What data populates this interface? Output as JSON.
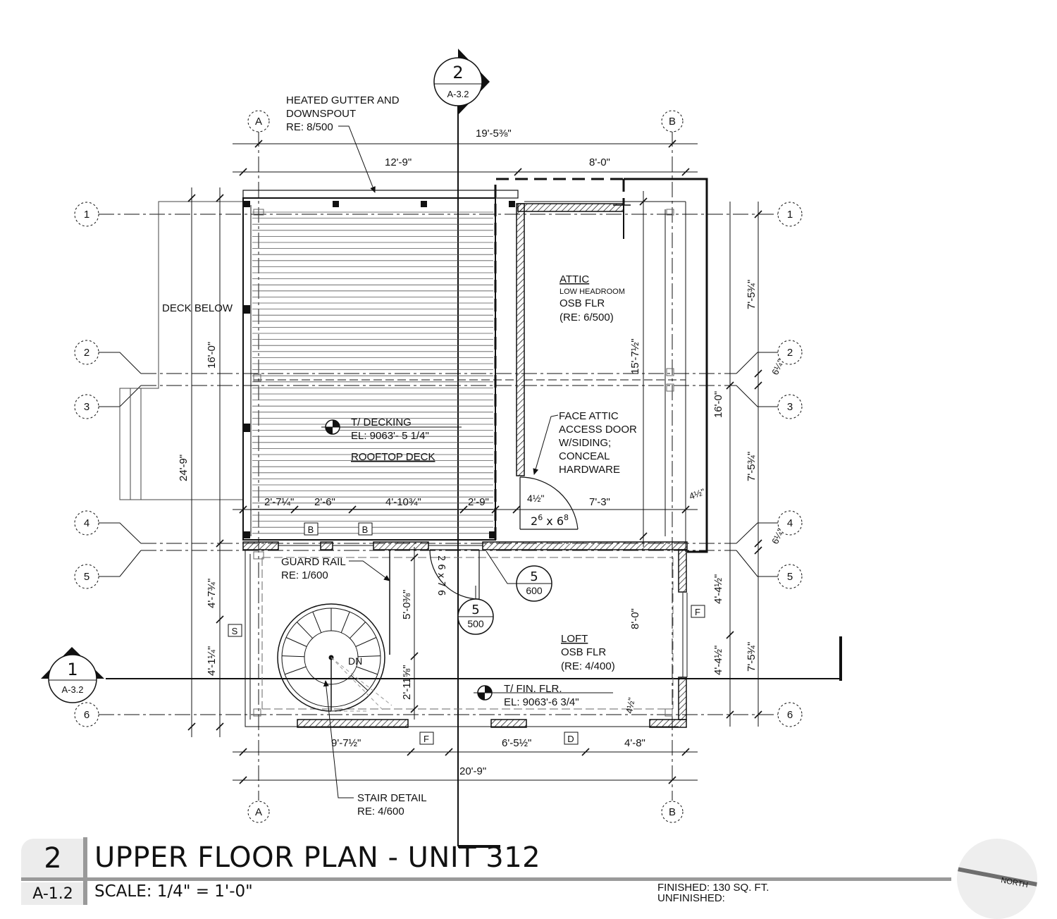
{
  "section_marker_top": {
    "number": "2",
    "sheet": "A-3.2"
  },
  "section_marker_left": {
    "number": "1",
    "sheet": "A-3.2"
  },
  "grid_letters": [
    "A",
    "B"
  ],
  "grid_numbers": [
    "1",
    "2",
    "3",
    "4",
    "5",
    "6"
  ],
  "notes": {
    "gutter": [
      "HEATED GUTTER AND",
      "DOWNSPOUT",
      "RE: 8/500"
    ],
    "deck_below": "DECK BELOW",
    "attic": {
      "title": "ATTIC",
      "sub": "LOW HEADROOM",
      "floor": "OSB FLR",
      "ref": "(RE: 6/500)"
    },
    "attic_door": [
      "FACE ATTIC",
      "ACCESS DOOR",
      "W/SIDING;",
      "CONCEAL",
      "HARDWARE"
    ],
    "deck_level": {
      "name": "T/ DECKING",
      "elevation": "EL: 9063'- 5 1/4\""
    },
    "rooftop_deck": "ROOFTOP DECK",
    "guard_rail": [
      "GUARD RAIL",
      "RE: 1/600"
    ],
    "loft": {
      "title": "LOFT",
      "floor": "OSB FLR",
      "ref": "(RE: 4/400)"
    },
    "floor_level": {
      "name": "T/ FIN. FLR.",
      "elevation": "EL: 9063'-6 3/4\""
    },
    "stair_detail": [
      "STAIR DETAIL",
      "RE: 4/600"
    ],
    "stair_dn": "DN",
    "door_size": {
      "width": "2",
      "width_sup": "6",
      "height": "6",
      "height_sup": "8"
    },
    "door_size_vertical": "2 6 x 7 6"
  },
  "callouts": [
    {
      "number": "5",
      "sheet": "600"
    },
    {
      "number": "5",
      "sheet": "500"
    }
  ],
  "tags": {
    "B": "B",
    "S": "S",
    "F": "F",
    "D": "D"
  },
  "dimensions": {
    "overall_top": "19'-5⅜\"",
    "top_left": "12'-9\"",
    "top_right": "8'-0\"",
    "left_16": "16'-0\"",
    "left_24": "24'-9\"",
    "left_4_7": "4'-7¾\"",
    "left_4_1": "4'-1¼\"",
    "right_7_5_top": "7'-5¾\"",
    "right_6_top": "6¼\"",
    "right_16": "16'-0\"",
    "right_7_5_mid": "7'-5¾\"",
    "right_6_mid": "6¼\"",
    "right_4_4": "4'-4½\"",
    "right_4_4b": "4'-4½\"",
    "right_7_5_bot": "7'-5¾\"",
    "attic_15": "15'-7½\"",
    "rail_1": "2'-7¼\"",
    "rail_2": "2'-6\"",
    "rail_3": "4'-10¾\"",
    "rail_4": "2'-9\"",
    "door_4": "4½\"",
    "attic_7_3": "7'-3\"",
    "attic_4": "4½\"",
    "loft_5": "5'-0⅜\"",
    "loft_2": "2'-11⅝\"",
    "loft_8": "8'-0\"",
    "loft_4b": "4½\"",
    "bottom_1": "9'-7½\"",
    "bottom_2": "6'-5½\"",
    "bottom_3": "4'-8\"",
    "overall_bottom": "20'-9\""
  },
  "title_block": {
    "number": "2",
    "sheet": "A-1.2",
    "title": "UPPER FLOOR PLAN - UNIT 312",
    "scale": "SCALE: 1/4\" = 1'-0\"",
    "finished": "FINISHED: 130 SQ. FT.",
    "unfinished": "UNFINISHED:",
    "north": "NORTH"
  },
  "colors": {
    "ink": "#111111",
    "title_gray": "#9a9a9a",
    "panel_gray": "#ececec"
  }
}
